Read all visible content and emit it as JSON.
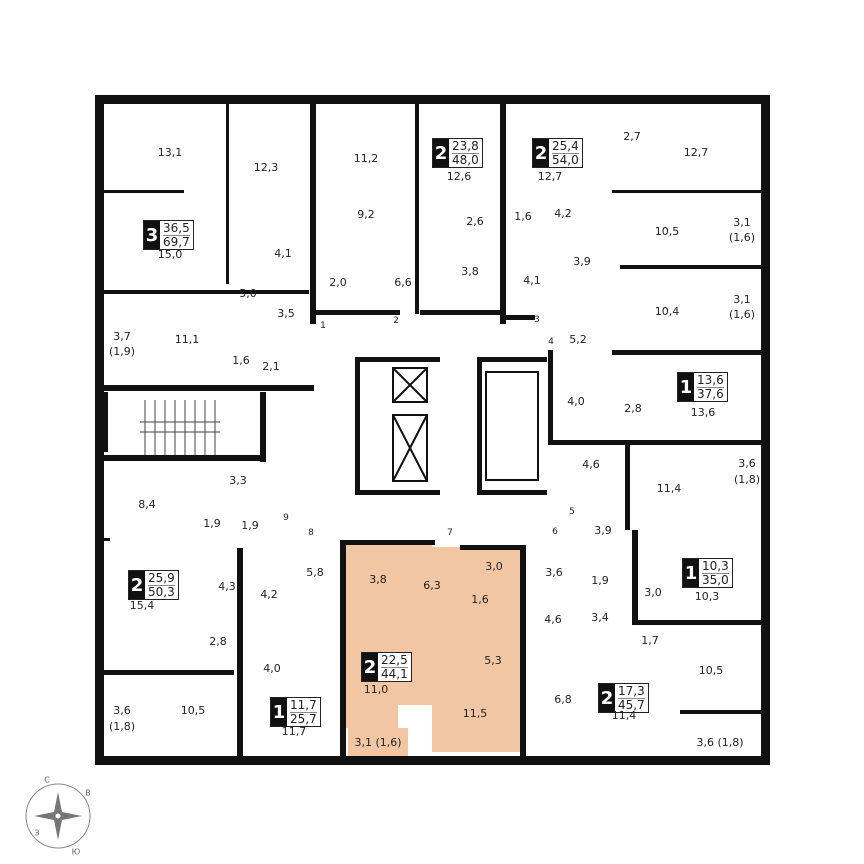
{
  "colors": {
    "wall": "#111111",
    "highlight": "#f2c6a3",
    "background": "#ffffff"
  },
  "apartments": [
    {
      "rooms": "3",
      "living": "36,5",
      "total": "69,7"
    },
    {
      "rooms": "2",
      "living": "23,8",
      "total": "48,0"
    },
    {
      "rooms": "2",
      "living": "25,4",
      "total": "54,0"
    },
    {
      "rooms": "1",
      "living": "13,6",
      "total": "37,6"
    },
    {
      "rooms": "1",
      "living": "10,3",
      "total": "35,0"
    },
    {
      "rooms": "2",
      "living": "17,3",
      "total": "45,7"
    },
    {
      "rooms": "2",
      "living": "22,5",
      "total": "44,1",
      "highlighted": true
    },
    {
      "rooms": "1",
      "living": "11,7",
      "total": "25,7"
    },
    {
      "rooms": "2",
      "living": "25,9",
      "total": "50,3"
    }
  ],
  "rooms": [
    "13,1",
    "12,3",
    "15,0",
    "4,1",
    "5,0",
    "3,5",
    "11,1",
    "3,7",
    "(1,9)",
    "1,6",
    "2,1",
    "11,2",
    "9,2",
    "2,0",
    "6,6",
    "12,6",
    "2,6",
    "3,8",
    "12,7",
    "2,7",
    "12,7",
    "1,6",
    "4,2",
    "4,1",
    "3,9",
    "10,5",
    "3,1",
    "(1,6)",
    "10,4",
    "3,1",
    "(1,6)",
    "5,2",
    "13,6",
    "4,0",
    "2,8",
    "10,3",
    "11,4",
    "4,6",
    "3,6",
    "(1,8)",
    "3,9",
    "3,6",
    "1,9",
    "3,0",
    "11,4",
    "4,6",
    "3,4",
    "1,7",
    "10,5",
    "6,8",
    "3,6 (1,8)",
    "3,8",
    "6,3",
    "3,0",
    "1,6",
    "5,3",
    "11,0",
    "11,5",
    "3,1 (1,6)",
    "11,7",
    "4,0",
    "4,2",
    "5,8",
    "15,4",
    "8,4",
    "3,3",
    "1,9",
    "1,9",
    "4,3",
    "2,8",
    "10,5",
    "3,6",
    "(1,8)"
  ],
  "doors": [
    "1",
    "2",
    "3",
    "4",
    "5",
    "6",
    "7",
    "8",
    "9"
  ],
  "compass": {
    "icon": "compass-rose-icon",
    "north": "С",
    "east": "В",
    "south": "Ю",
    "west": "З"
  }
}
